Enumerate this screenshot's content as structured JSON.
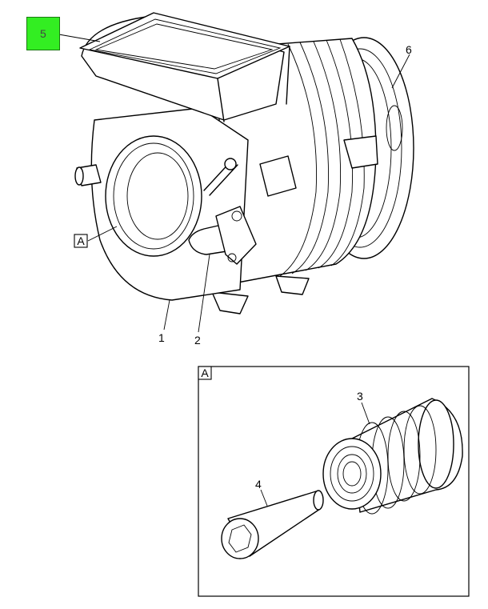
{
  "callouts": {
    "item1": "1",
    "item2": "2",
    "item3": "3",
    "item4": "4",
    "item5": "5",
    "item6": "6"
  },
  "detail": {
    "marker": "A",
    "inset_title": "A"
  },
  "colors": {
    "highlight": "#33ee22"
  }
}
